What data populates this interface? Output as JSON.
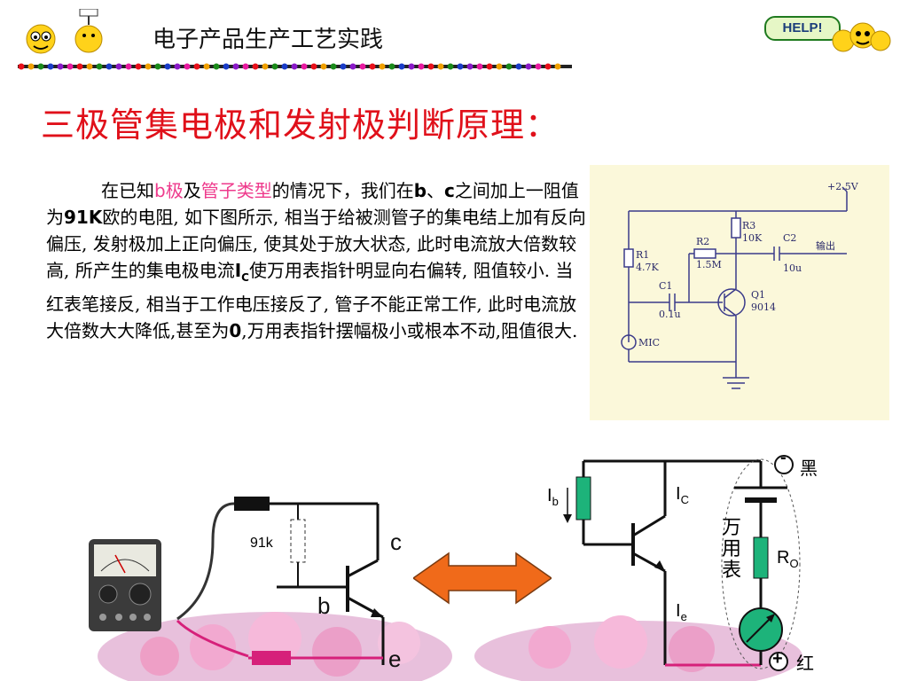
{
  "header": {
    "title": "电子产品生产工艺实践",
    "help_label": "HELP!"
  },
  "main_title": "三极管集电极和发射极判断原理：",
  "paragraph": {
    "p1": "在已知",
    "b_pole": "b极",
    "p2": "及",
    "tube_type": "管子类型",
    "p3": "的情况下，我们在",
    "b1": "b",
    "p4": "、",
    "b2": "c",
    "p5": "之间加上一阻值为",
    "b3": "91K",
    "p6": "欧的电阻, 如下图所示, 相当于给被测管子的集电结上加有反向偏压, 发射极加上正向偏压, 使其处于放大状态, 此时电流放大倍数较高, 所产生的集电极电流",
    "b4": "I",
    "sub": "C",
    "p7": "使万用表指针明显向右偏转, 阻值较小. 当红表笔接反, 相当于工作电压接反了, 管子不能正常工作, 此时电流放大倍数大大降低,甚至为",
    "b5": "0",
    "p8": ",万用表指针摆幅极小或根本不动,阻值很大."
  },
  "schematic": {
    "supply": "+2.5V",
    "r1": "R1",
    "r1_val": "4.7K",
    "r2": "R2",
    "r2_val": "1.5M",
    "r3": "R3",
    "r3_val": "10K",
    "c1": "C1",
    "c1_val": "0.1u",
    "c2": "C2",
    "c2_val": "10u",
    "q1": "Q1",
    "q1_val": "9014",
    "mic": "MIC",
    "output": "输出"
  },
  "left_circuit": {
    "resistor": "91k",
    "c": "c",
    "b": "b",
    "e": "e"
  },
  "right_circuit": {
    "ib": "I",
    "ib_sub": "b",
    "ic": "I",
    "ic_sub": "C",
    "ie": "I",
    "ie_sub": "e",
    "ro": "R",
    "ro_sub": "O",
    "meter": [
      "万",
      "用",
      "表"
    ],
    "minus": "-",
    "black": "黑",
    "plus": "+",
    "red": "红"
  },
  "colors": {
    "title_red": "#e0101a",
    "highlight_pink": "#ee3a8c",
    "resistor_green": "#1db37a",
    "arrow_orange": "#f06a1a",
    "probe_magenta": "#d6207a"
  }
}
